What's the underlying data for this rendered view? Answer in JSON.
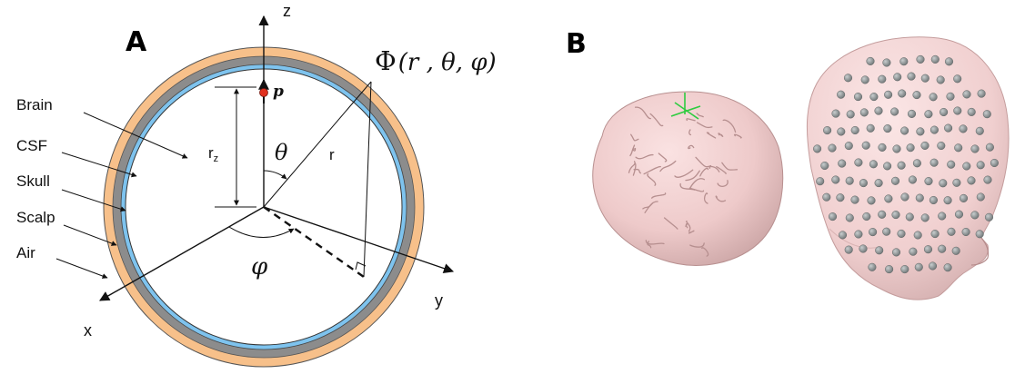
{
  "panel_a": {
    "label": "A",
    "axis_z": "z",
    "axis_y": "y",
    "axis_x": "x",
    "potential_Phi": "Φ",
    "potential_args": "(r , θ, φ)",
    "dipole": "p",
    "rz_main": "r",
    "rz_sub": "z",
    "theta": "θ",
    "r": "r",
    "phi": "φ",
    "layers": [
      "Brain",
      "CSF",
      "Skull",
      "Scalp",
      "Air"
    ],
    "colors": {
      "scalp": "#f7c08a",
      "skull": "#8c8c8c",
      "csf": "#7ec3ee",
      "dipole": "#e0301e"
    }
  },
  "panel_b": {
    "label": "B",
    "colors": {
      "brain": "#eecaca",
      "head": "#f3d2d2",
      "electrode": "#8f9596",
      "marker": "#2ecc40"
    }
  }
}
